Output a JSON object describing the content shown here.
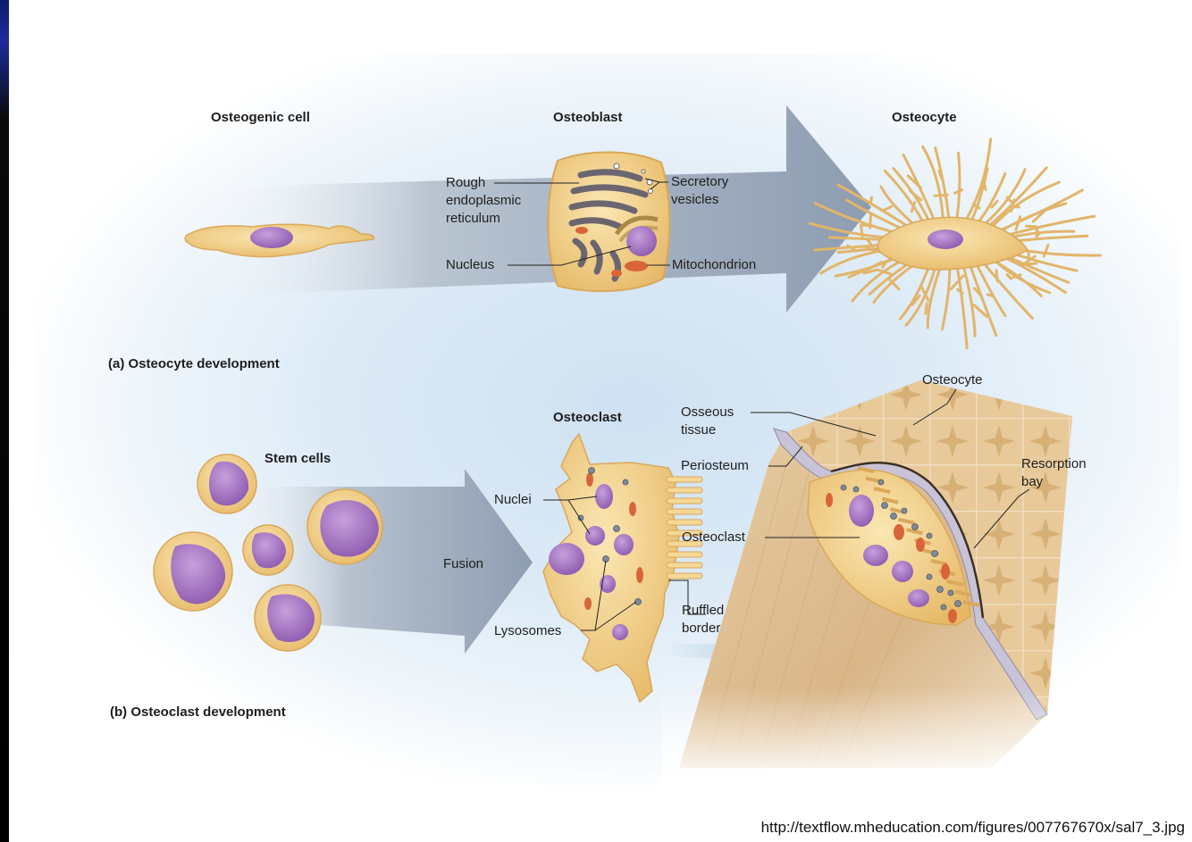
{
  "panel_a": {
    "titles": {
      "osteogenic_cell": "Osteogenic cell",
      "osteoblast": "Osteoblast",
      "osteocyte": "Osteocyte"
    },
    "labels": {
      "rough_er": "Rough\nendoplasmic\nreticulum",
      "secretory_vesicles": "Secretory\nvesicles",
      "nucleus": "Nucleus",
      "mitochondrion": "Mitochondrion"
    },
    "caption": "(a) Osteocyte development"
  },
  "panel_b": {
    "titles": {
      "stem_cells": "Stem cells",
      "osteoclast": "Osteoclast"
    },
    "labels": {
      "fusion": "Fusion",
      "nuclei": "Nuclei",
      "lysosomes": "Lysosomes",
      "ruffled_border": "Ruffled\nborder",
      "osseous_tissue": "Osseous\ntissue",
      "periosteum": "Periosteum",
      "osteocyte": "Osteocyte",
      "resorption_bay": "Resorption\nbay",
      "osteoclast_in_bone": "Osteoclast"
    },
    "caption": "(b) Osteoclast development"
  },
  "source_url": "http://textflow.mheducation.com/figures/007767670x/sal7_3.jpg",
  "colors": {
    "cell_fill": "#f2d08a",
    "cell_edge": "#d9a85a",
    "nucleus": "#9a68b8",
    "mitochondria": "#d9643a",
    "arrow": "#93a3b6",
    "bone": "#e3c59a",
    "blue_arrow": "#3f7fb5"
  }
}
